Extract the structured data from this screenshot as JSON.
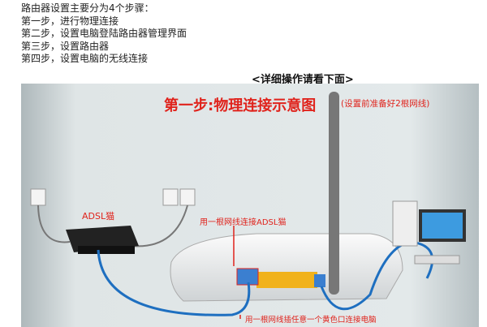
{
  "intro": {
    "heading": "路由器设置主要分为4个步骤：",
    "steps": [
      "第一步，进行物理连接",
      "第二步，设置电脑登陆路由器管理界面",
      "第三步，设置路由器",
      "第四步，设置电脑的无线连接"
    ]
  },
  "more_link": "<详细操作请看下面>",
  "figure": {
    "title": "第一步:物理连接示意图",
    "note": "(设置前准备好2根网线)",
    "modem_label": "ADSL猫",
    "label_modem_cable": "用一根网线连接ADSL猫",
    "label_pc_cable": "用一根网线插任意一个黄色口连接电脑",
    "colors": {
      "annotation": "#e0231c",
      "cable": "#1e6fc0",
      "port": "#f1b21c"
    }
  }
}
